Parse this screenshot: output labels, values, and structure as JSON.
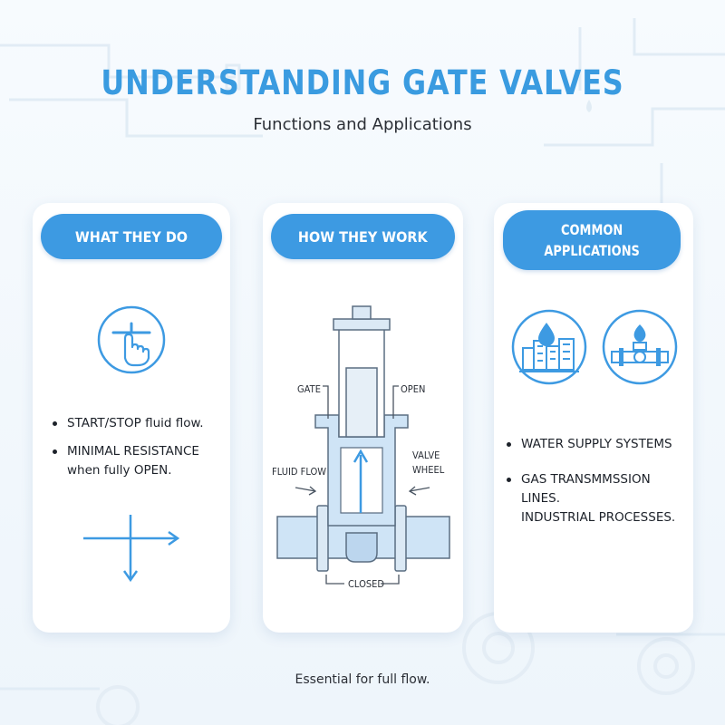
{
  "header": {
    "title": "UNDERSTANDING GATE VALVES",
    "subtitle": "Functions and Applications"
  },
  "cards": {
    "what": {
      "heading": "WHAT THEY DO",
      "bullets": [
        "START/STOP fluid flow.",
        "MINIMAL RESISTANCE",
        "when fully OPEN."
      ],
      "icons": [
        "hand-valve-icon",
        "flow-arrows-icon"
      ]
    },
    "how": {
      "heading": "HOW THEY WORK",
      "labels": {
        "gate": "GATE",
        "open": "OPEN",
        "valve_wheel_1": "VALVE",
        "valve_wheel_2": "WHEEL",
        "fluid_flow": "FLUID FLOW",
        "closed": "CLOSED"
      },
      "icons": [
        "gate-valve-diagram"
      ]
    },
    "apps": {
      "heading_line1": "COMMON",
      "heading_line2": "APPLICATIONS",
      "bullets": [
        "WATER SUPPLY SYSTEMS",
        "GAS TRANSMMSSION LINES.",
        "INDUSTRIAL PROCESSES."
      ],
      "icons": [
        "water-city-icon",
        "gas-pipeline-icon"
      ]
    }
  },
  "footer": {
    "text": "Essential for full flow."
  },
  "colors": {
    "accent": "#3d9ae2",
    "accent_light": "#cfe4f6",
    "text": "#1d222a",
    "background": "#f2f7fc"
  }
}
